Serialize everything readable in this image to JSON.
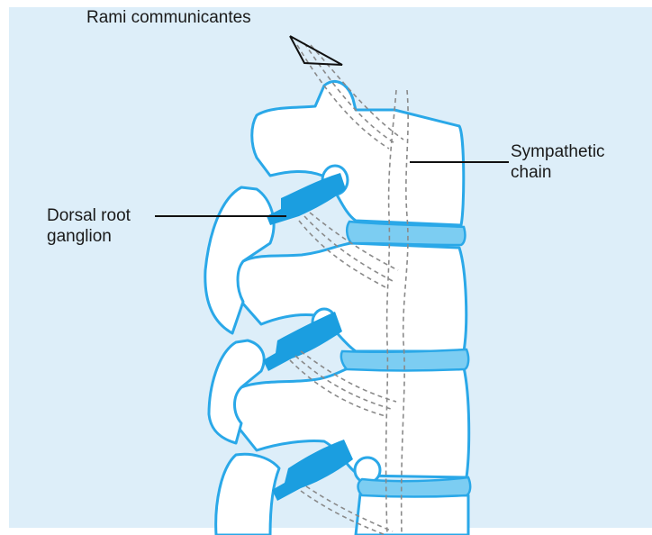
{
  "labels": {
    "rami_communicantes": "Rami communicantes",
    "sympathetic_chain": "Sympathetic\nchain",
    "dorsal_root_ganglion": "Dorsal root\nganglion"
  },
  "colors": {
    "background": "#ddeef9",
    "bone_fill": "#ffffff",
    "bone_outline": "#2aa8e8",
    "disc_fill": "#7ccdf2",
    "nerve_fill": "#1b9ee0",
    "dashed_nerve": "#8a8a8a",
    "leader_line": "#111111"
  },
  "icons": [
    "vertebral-column-illustration"
  ]
}
